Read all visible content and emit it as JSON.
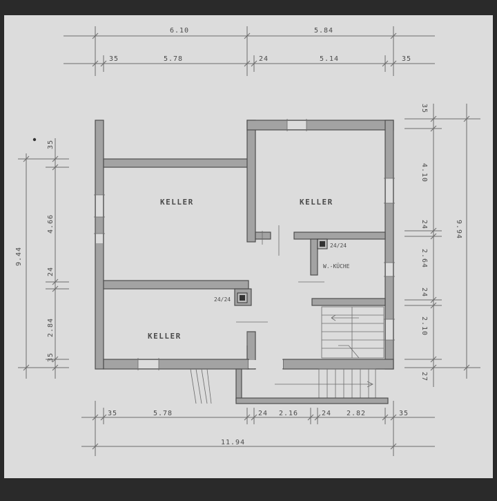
{
  "colors": {
    "paper": "#dcdcdc",
    "wall": "#a3a3a3",
    "ink": "#4a4a4a"
  },
  "rooms": {
    "keller_top_left": "KELLER",
    "keller_top_right": "KELLER",
    "keller_bottom_left": "KELLER",
    "kueche": "W.-KÜCHE"
  },
  "chimney_labels": {
    "upper": "24/24",
    "lower": "24/24"
  },
  "dims_top": {
    "overall_left": "6.10",
    "overall_right": "5.84",
    "wall_left": "35",
    "room_left": "5.78",
    "wall_mid": "24",
    "room_right": "5.14",
    "wall_right": "35"
  },
  "dims_bottom": {
    "wall_left": "35",
    "room_left": "5.78",
    "wall_mid": "24",
    "room_mid": "2.16",
    "wall_mid2": "24",
    "room_right": "2.82",
    "wall_right": "35",
    "total": "11.94"
  },
  "dims_left": {
    "total": "9.44",
    "wall_top": "35",
    "room_top": "4.66",
    "wall_mid": "24",
    "room_bottom": "2.84",
    "wall_bottom": "35"
  },
  "dims_right": {
    "total": "9.94",
    "wall_top": "35",
    "room_1": "4.10",
    "wall_1": "24",
    "room_2": "2.64",
    "wall_2": "24",
    "room_3": "2.10",
    "wall_bottom": "27"
  }
}
